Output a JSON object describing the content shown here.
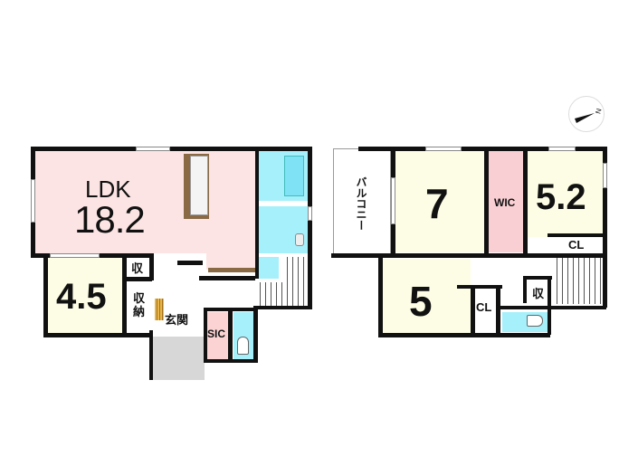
{
  "floor1": {
    "ldk": {
      "name": "LDK",
      "size": "18.2"
    },
    "room_west": {
      "size": "4.5"
    },
    "storage_small": "収",
    "storage": "収納",
    "entrance": "玄関",
    "shoe_closet": "SIC"
  },
  "floor2": {
    "balcony": "バルコニー",
    "room_north": {
      "size": "7"
    },
    "wic": "WIC",
    "room_east": {
      "size": "5.2"
    },
    "room_east_closet": "CL",
    "room_south": {
      "size": "5"
    },
    "room_south_closet": "CL",
    "storage_small": "収"
  },
  "compass": {
    "label": "N"
  }
}
